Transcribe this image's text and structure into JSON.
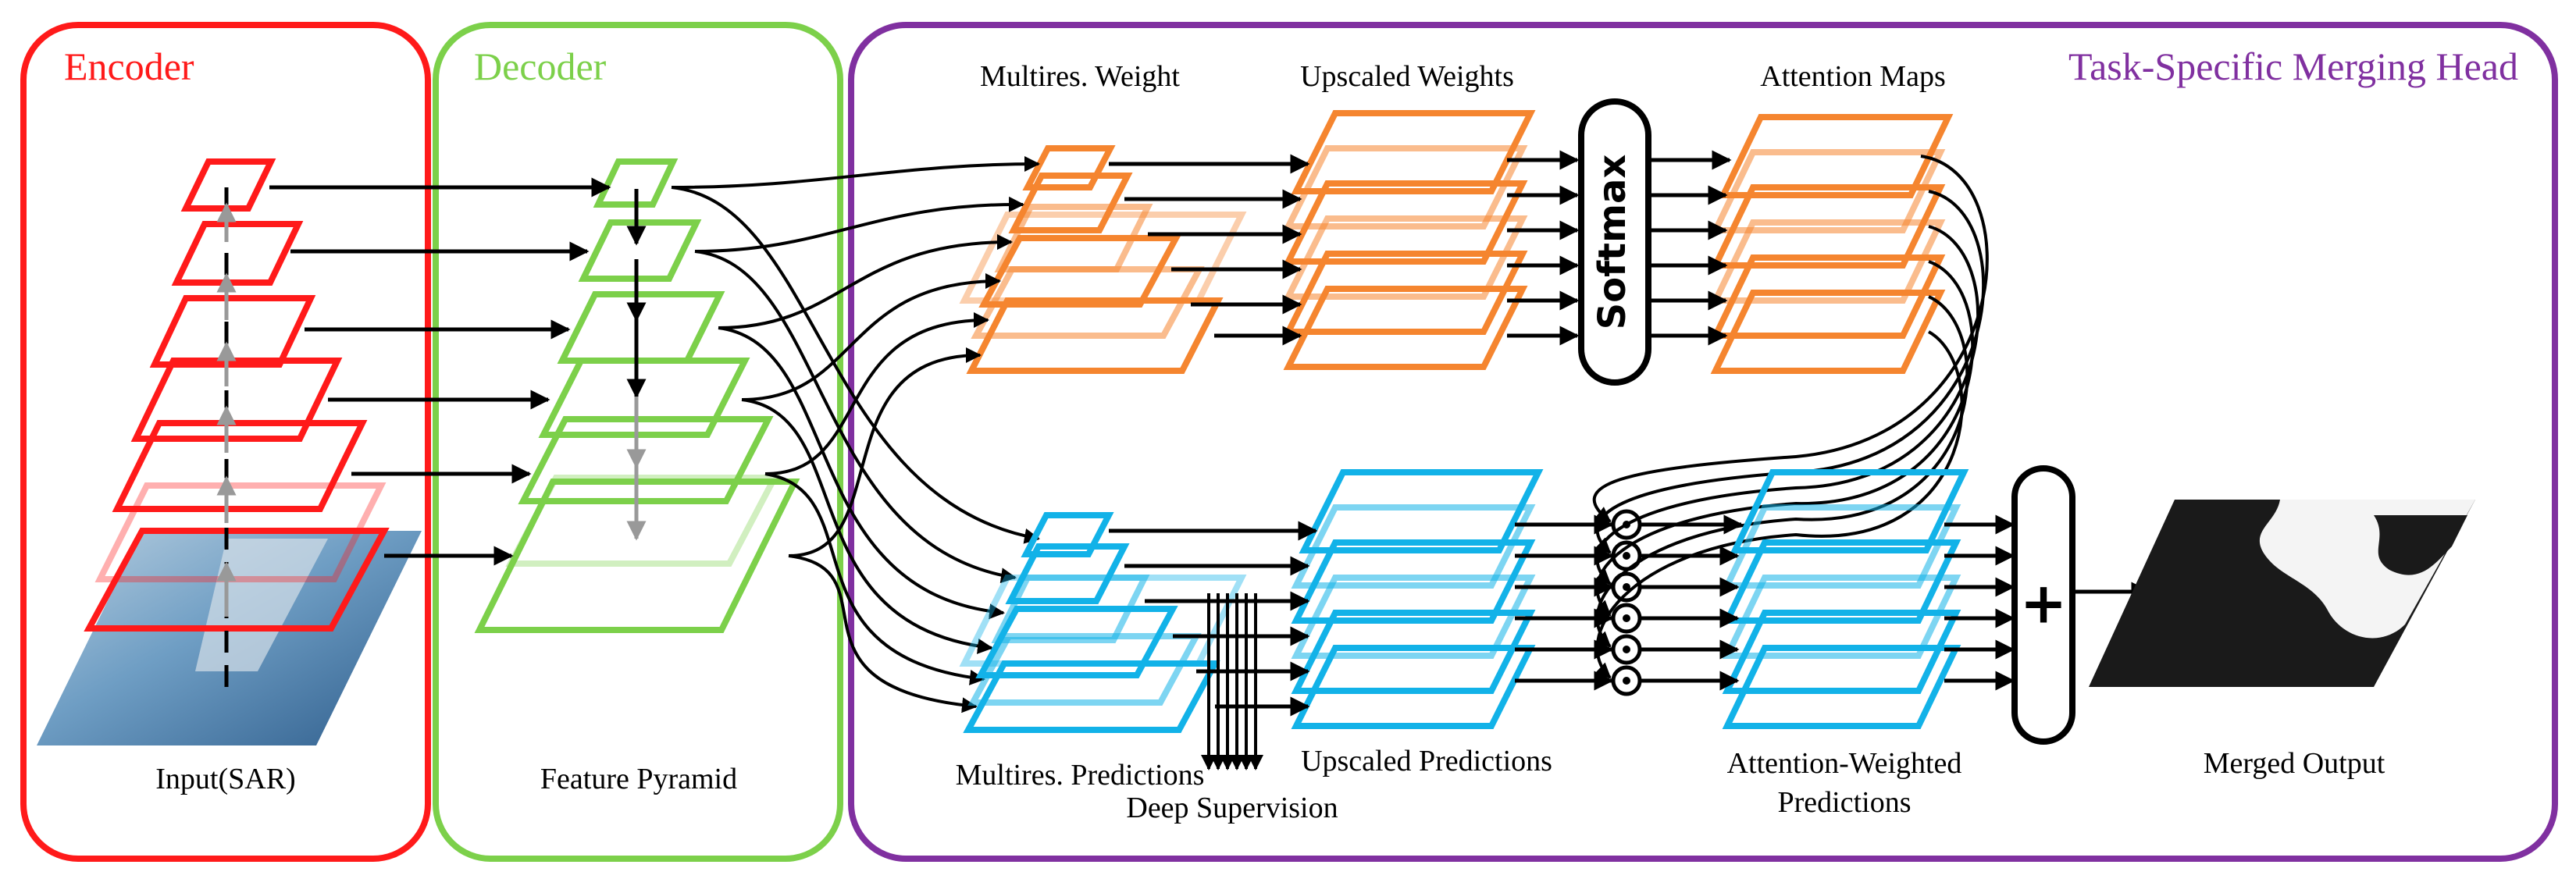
{
  "colors": {
    "encoder": "#ff1a1a",
    "decoder": "#7cd04a",
    "merging_head": "#8030a0",
    "weights": "#f5852f",
    "predictions": "#12b2e8",
    "arrow": "#000000",
    "pyramid_arrow": "#999999"
  },
  "encoder": {
    "title": "Encoder",
    "caption": "Input(SAR)"
  },
  "decoder": {
    "title": "Decoder",
    "caption": "Feature Pyramid"
  },
  "merging_head": {
    "title": "Task-Specific Merging Head",
    "labels": {
      "multires_weight": "Multires. Weight",
      "upscaled_weights": "Upscaled Weights",
      "attention_maps": "Attention Maps",
      "softmax": "Softmax",
      "multires_predictions": "Multires. Predictions",
      "deep_supervision": "Deep Supervision",
      "upscaled_predictions": "Upscaled Predictions",
      "attention_weighted_line1": "Attention-Weighted",
      "attention_weighted_line2": "Predictions",
      "sum_symbol": "+",
      "merged_output": "Merged Output"
    }
  }
}
